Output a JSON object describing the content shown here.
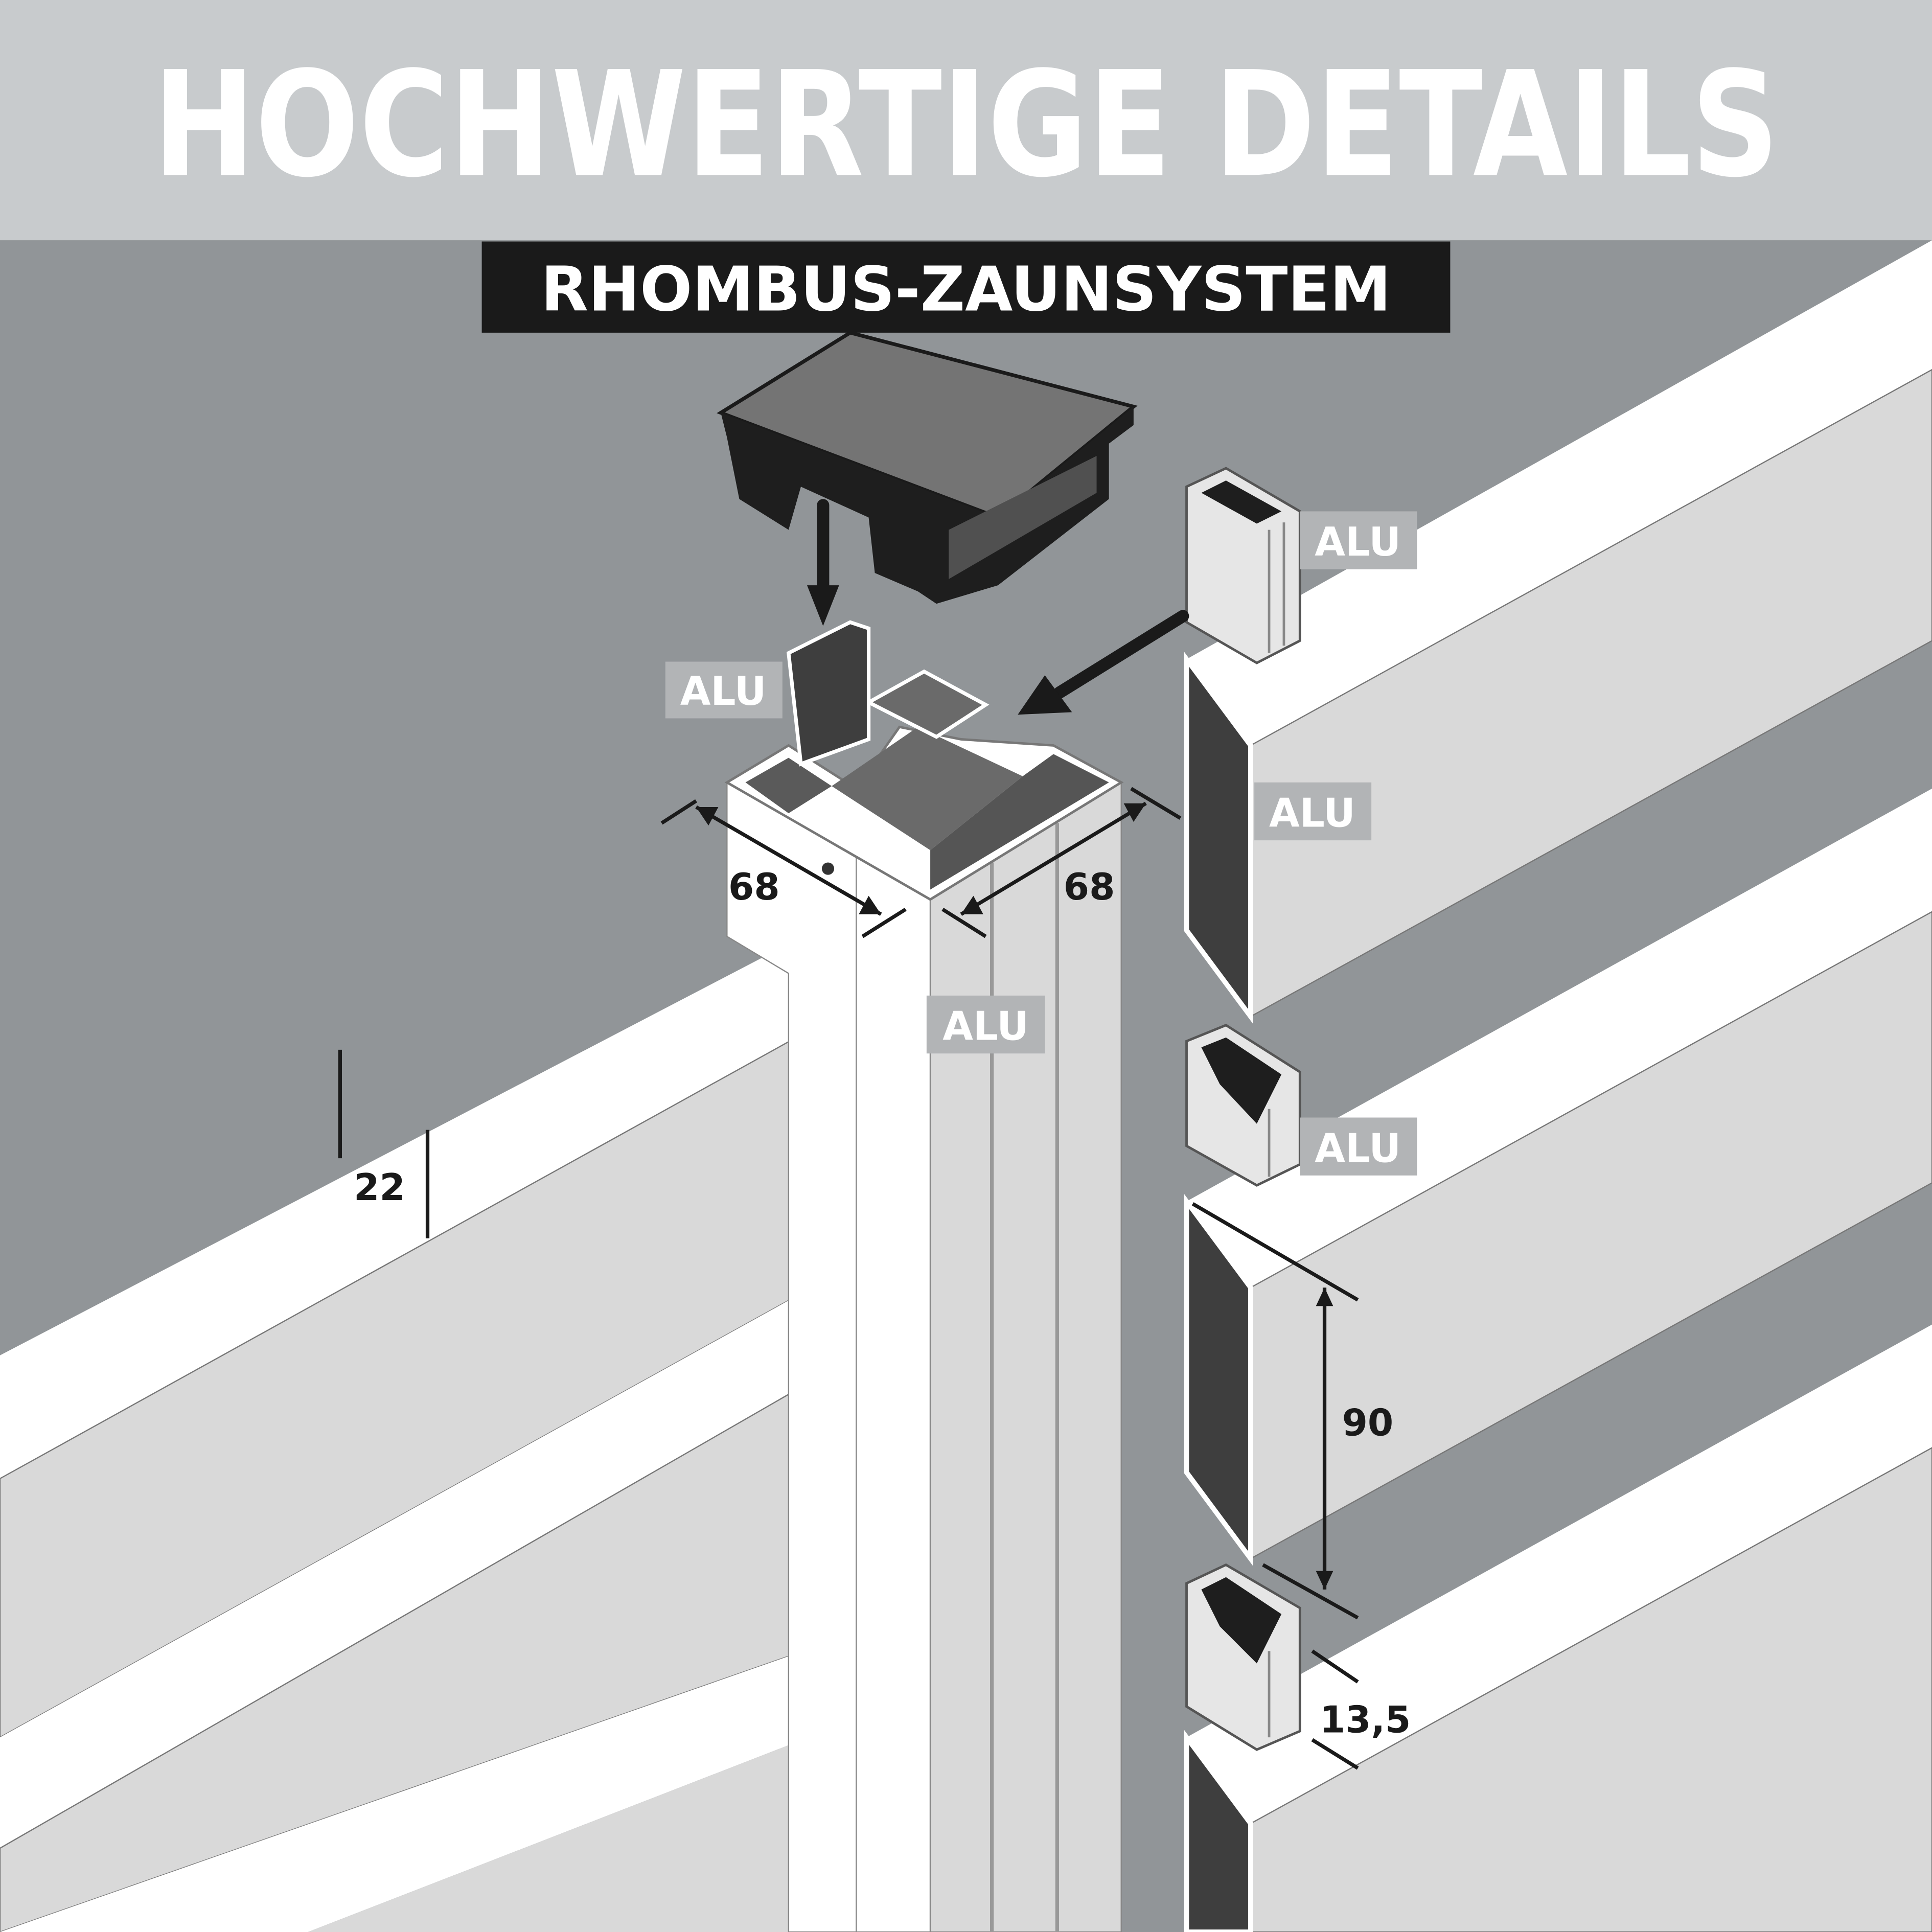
{
  "header": {
    "title": "HOCHWERTIGE DETAILS"
  },
  "subtitle_badge": {
    "label": "RHOMBUS-ZAUNSYSTEM"
  },
  "material_labels": {
    "post_insert": "ALU",
    "top_clip": "ALU",
    "slat_end": "ALU",
    "post": "ALU",
    "middle_clip": "ALU"
  },
  "dimensions": {
    "post_depth": "68",
    "post_width": "68",
    "slat_thickness": "22",
    "slat_height": "90",
    "clip_width": "13,5"
  },
  "colors": {
    "header_band": "#c8cbcd",
    "background": "#919598",
    "badge": "#1a1a1a",
    "label_box": "#b2b4b6",
    "slat_face": "#d9d9d9",
    "slat_top": "#ffffff",
    "profile_interior": "#3e3e3e"
  }
}
